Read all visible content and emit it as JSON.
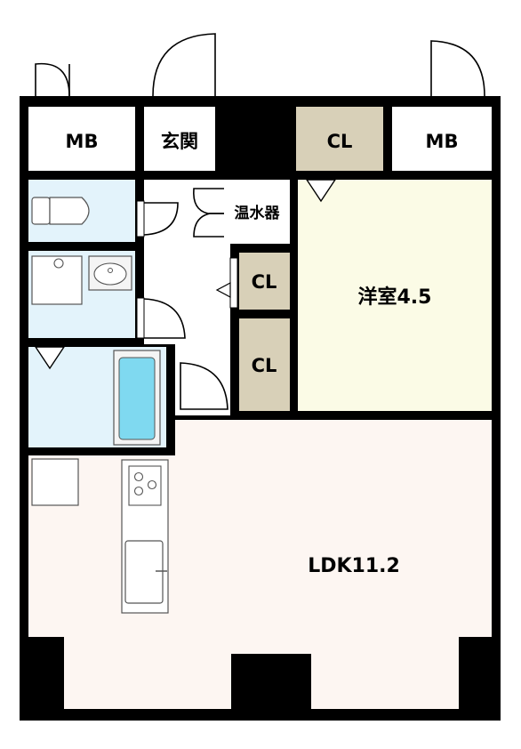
{
  "rooms": {
    "mb_left": "MB",
    "entrance": "玄関",
    "cl_top": "CL",
    "mb_right": "MB",
    "water_heater": "温水器",
    "cl_mid": "CL",
    "cl_low": "CL",
    "western_room": "洋室4.5",
    "ldk": "LDK11.2"
  },
  "colors": {
    "wall": "#000000",
    "wet_area": "#e3f3fb",
    "storage": "#d8d0b8",
    "western_room": "#fbfbe6",
    "ldk": "#fdf6f2",
    "bathtub": "#7fd9f0",
    "fixture": "#f4f4f4"
  }
}
